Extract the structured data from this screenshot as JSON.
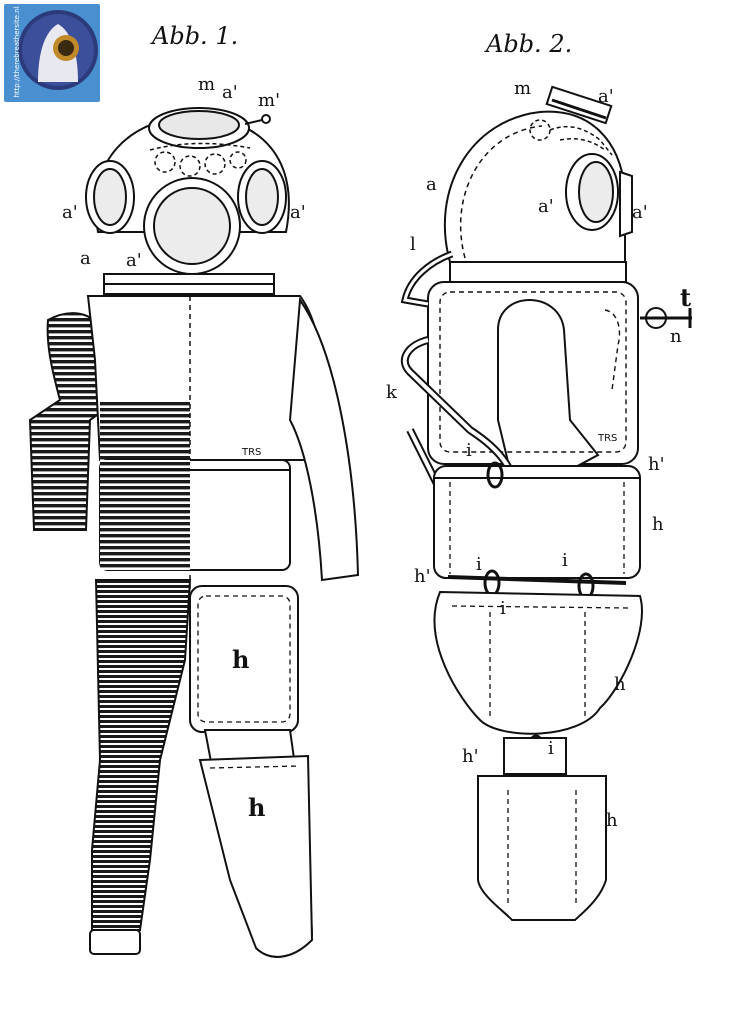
{
  "figures": [
    {
      "title": "Abb. 1."
    },
    {
      "title": "Abb. 2."
    }
  ],
  "logo": {
    "text": "http://therebreathersite.nl",
    "icon": "diver-helmet-logo-icon",
    "background": "#4a8fd0"
  },
  "labels": {
    "fig1": {
      "m": "m",
      "a_prime_top": "a'",
      "m_prime": "m'",
      "a_prime_left": "a'",
      "a_prime_right": "a'",
      "a": "a",
      "a_prime_front": "a'",
      "trs": "TRS",
      "h_thigh": "h",
      "h_boot": "h"
    },
    "fig2": {
      "m": "m",
      "a_prime_top": "a'",
      "a": "a",
      "a_prime_window": "a'",
      "a_prime_side": "a'",
      "l": "l",
      "t": "t",
      "n": "n",
      "k": "k",
      "trs": "TRS",
      "i_upper": "i",
      "h_prime_upper": "h'",
      "h_upper": "h",
      "h_prime_mid": "h'",
      "i_mid_left": "i",
      "i_mid_right": "i",
      "i_lower_mid": "i",
      "h_mid": "h",
      "h_prime_lower": "h'",
      "i_lower": "i",
      "h_lower": "h"
    }
  }
}
